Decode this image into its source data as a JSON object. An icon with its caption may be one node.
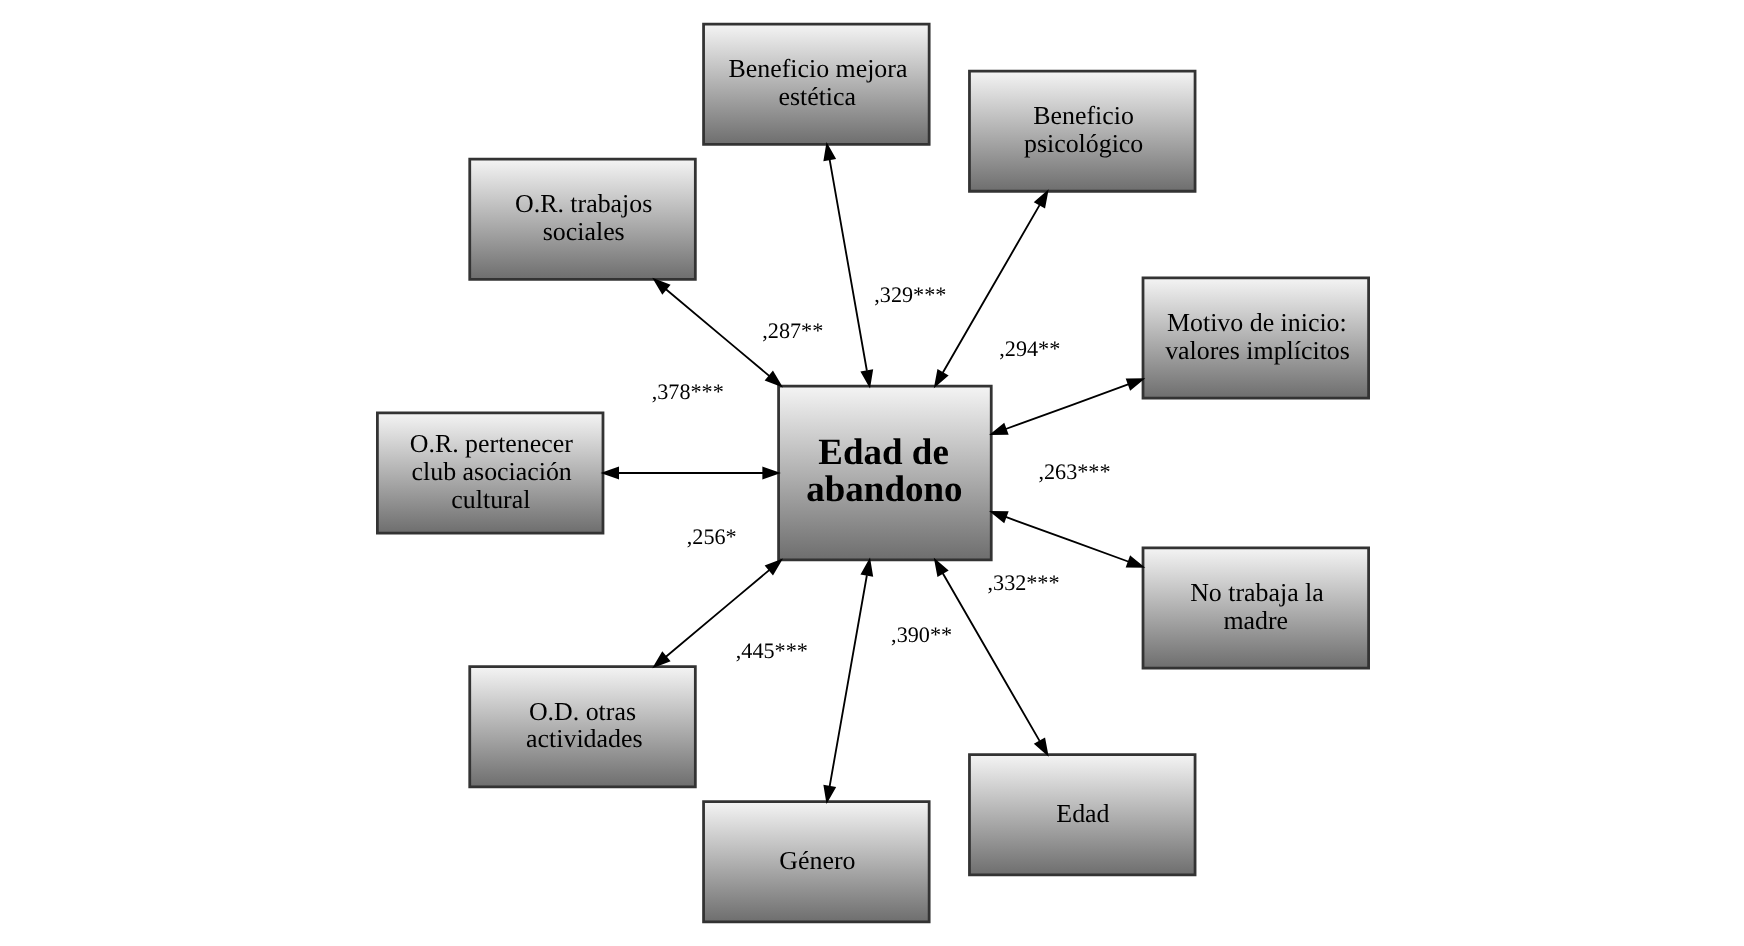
{
  "diagram": {
    "nodes": [
      {
        "text": [
          "Edad de abandono"
        ]
      },
      {
        "text": [
          "Motivo de inicio: valores implícitos"
        ]
      },
      {
        "text": [
          "Beneficio psicológico"
        ]
      },
      {
        "text": [
          "Beneficio mejora estética"
        ]
      },
      {
        "text": [
          "O.R. trabajos sociales"
        ]
      },
      {
        "text": [
          "O.R. pertenecer club asociación cultural"
        ]
      },
      {
        "text": [
          "O.D. otras actividades"
        ]
      },
      {
        "text": [
          "Género"
        ]
      },
      {
        "text": [
          "Edad"
        ]
      },
      {
        "text": [
          "No trabaja la madre"
        ]
      }
    ],
    "edges": [
      {
        "from": 0,
        "to": 1,
        "arrow": "both",
        "label": ",294**"
      },
      {
        "from": 0,
        "to": 2,
        "arrow": "both",
        "label": ",329***"
      },
      {
        "from": 0,
        "to": 3,
        "arrow": "both",
        "label": ",287**"
      },
      {
        "from": 0,
        "to": 4,
        "arrow": "both",
        "label": ",378***"
      },
      {
        "from": 0,
        "to": 5,
        "arrow": "both",
        "label": ",256*"
      },
      {
        "from": 0,
        "to": 6,
        "arrow": "both",
        "label": ",445***"
      },
      {
        "from": 0,
        "to": 7,
        "arrow": "both",
        "label": ",390**"
      },
      {
        "from": 0,
        "to": 8,
        "arrow": "both",
        "label": ",332***"
      },
      {
        "from": 0,
        "to": 9,
        "arrow": "both",
        "label": ",263***"
      }
    ]
  }
}
